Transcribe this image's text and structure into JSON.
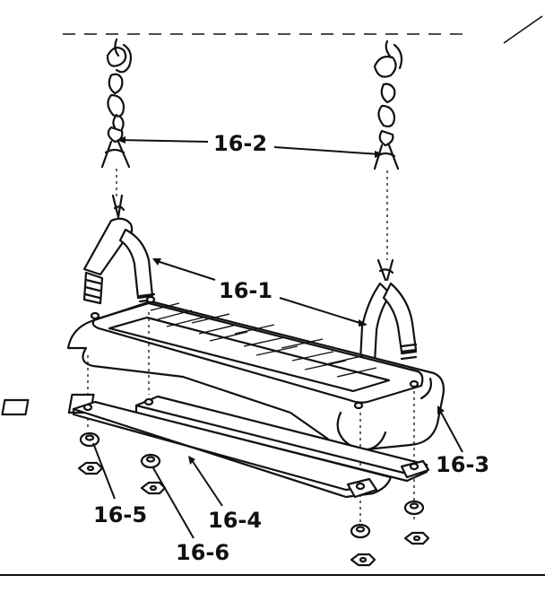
{
  "labels": {
    "chain": "16-2",
    "hangers": "16-1",
    "bolt": "16-3",
    "strap": "16-4",
    "lock_nut": "16-5",
    "washer": "16-6"
  },
  "colors": {
    "ink": "#111111",
    "paper": "#ffffff"
  }
}
